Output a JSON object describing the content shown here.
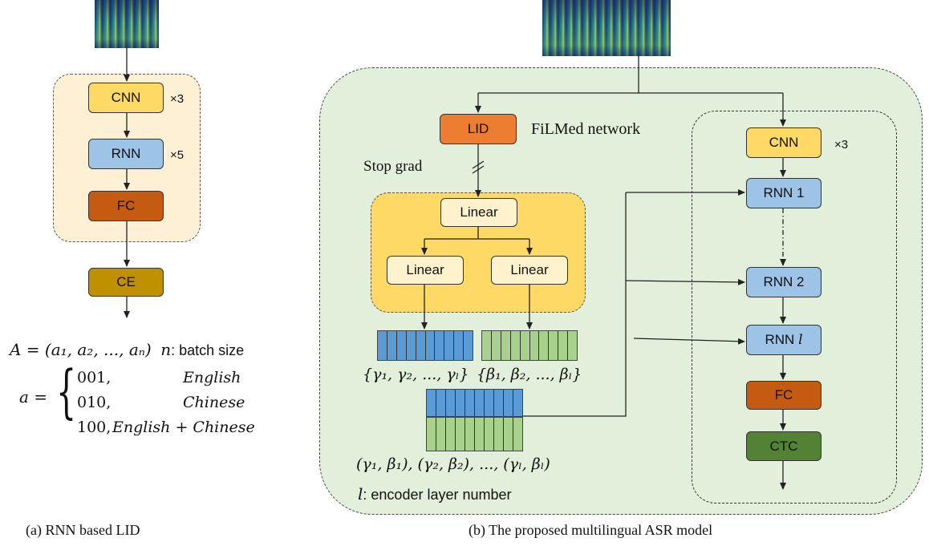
{
  "left": {
    "cnn_label": "CNN",
    "cnn_repeat": "×3",
    "rnn_label": "RNN",
    "rnn_repeat": "×5",
    "fc_label": "FC",
    "ce_label": "CE",
    "batch_formula": "A = (a₁, a₂, ..., aₙ)",
    "batch_note_var": "n",
    "batch_note_text": ": batch size",
    "a_equals": "a =",
    "case1_code": "001,",
    "case1_lang": "English",
    "case2_code": "010,",
    "case2_lang": "Chinese",
    "case3_code": "100,",
    "case3_lang": "English + Chinese",
    "caption": "(a) RNN based LID"
  },
  "right": {
    "lid_label": "LID",
    "film_label": "FiLMed network",
    "stop_grad": "Stop grad",
    "linear_top": "Linear",
    "linear_left": "Linear",
    "linear_right": "Linear",
    "gamma_set": "{γ₁, γ₂, ..., γₗ}",
    "beta_set": "{β₁, β₂, ..., βₗ}",
    "pairs": "(γ₁, β₁), (γ₂, β₂), ..., (γₗ, βₗ)",
    "layer_var": "l",
    "layer_text": ": encoder layer number",
    "cnn_label": "CNN",
    "cnn_repeat": "×3",
    "rnn1": "RNN 1",
    "rnn2": "RNN 2",
    "rnnl_prefix": "RNN ",
    "rnnl_var": "l",
    "fc_label": "FC",
    "ctc_label": "CTC",
    "caption": "(b) The proposed multilingual ASR model"
  },
  "colors": {
    "cnn": "#ffd966",
    "rnn": "#9dc3e6",
    "fc_right": "#c55a11",
    "fc_left": "#c55a11",
    "ce": "#bf9000",
    "lid": "#ed7d31",
    "ctc": "#548235",
    "panel_left_bg": "#fdf0d5",
    "panel_right_bg": "#e2efda",
    "linear_panel": "#ffd966",
    "linear_box": "#fff2cc",
    "gamma": "#5b9bd5",
    "beta": "#a9d18e"
  }
}
